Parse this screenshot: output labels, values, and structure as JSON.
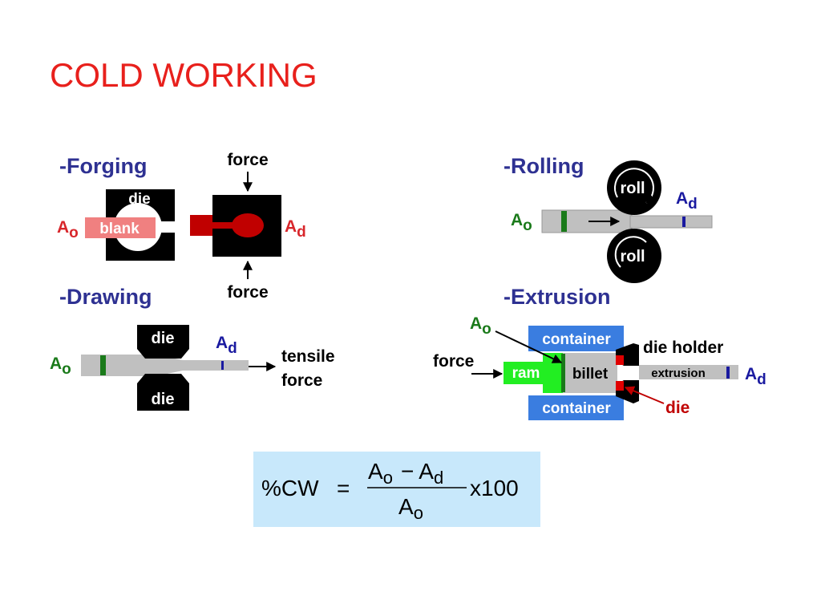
{
  "title": "COLD WORKING",
  "headings": {
    "forging": "-Forging",
    "rolling": "-Rolling",
    "drawing": "-Drawing",
    "extrusion": "-Extrusion"
  },
  "symbols": {
    "A": "A",
    "sub_o": "o",
    "sub_d": "d"
  },
  "forging": {
    "force_top": "force",
    "force_bottom": "force",
    "die": "die",
    "blank": "blank"
  },
  "rolling": {
    "roll_top": "roll",
    "roll_bottom": "roll"
  },
  "drawing": {
    "die_top": "die",
    "die_bottom": "die",
    "tensile_line1": "tensile",
    "tensile_line2": "force"
  },
  "extrusion": {
    "container_top": "container",
    "container_bottom": "container",
    "ram": "ram",
    "billet": "billet",
    "die_holder": "die holder",
    "extrusion": "extrusion",
    "die": "die",
    "force": "force"
  },
  "formula": {
    "lhs": "%CW",
    "eq": "=",
    "num_A1": "A",
    "num_sub1": "o",
    "minus": "−",
    "num_A2": "A",
    "num_sub2": "d",
    "den_A": "A",
    "den_sub": "o",
    "mult": "x100"
  },
  "colors": {
    "title": "#e8201c",
    "heading": "#2e3192",
    "forging_label": "#d8262b",
    "blank_fill": "#f08080",
    "green_marker": "#1a7a1a",
    "blue_marker": "#1a1aa0",
    "container_fill": "#3a7de0",
    "ram_fill": "#22ee22",
    "die_red": "#e00000",
    "formula_bg": "#c8e8fb"
  }
}
